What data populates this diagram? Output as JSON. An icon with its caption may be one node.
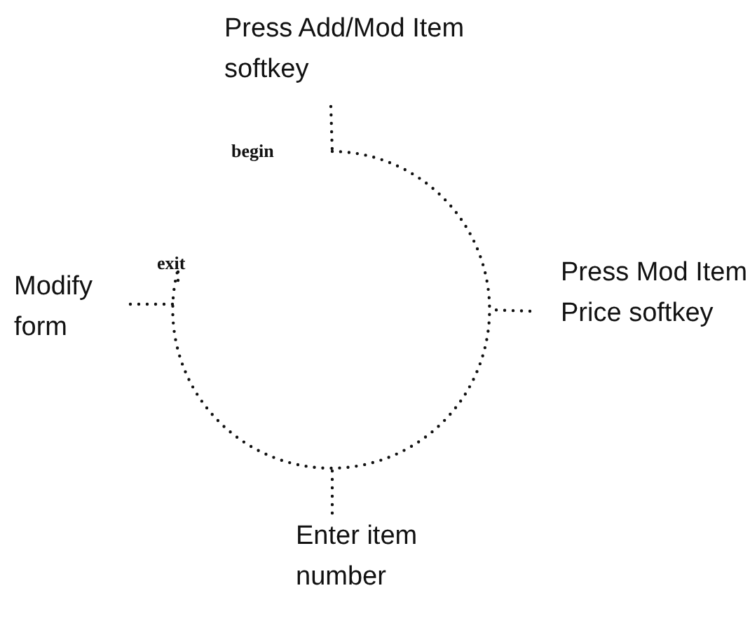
{
  "diagram": {
    "nodes": [
      {
        "text": [
          "Press Add/Mod Item softkey"
        ]
      },
      {
        "text": [
          "Press Mod Item Price softkey"
        ]
      },
      {
        "text": [
          "Enter item number"
        ]
      },
      {
        "text": [
          "Modify form"
        ]
      },
      {
        "text": [],
        "shape": "circle"
      }
    ],
    "edges": [
      {
        "from": 0,
        "to": 4,
        "arrow": "none"
      },
      {
        "from": 1,
        "to": 4,
        "arrow": "none"
      },
      {
        "from": 2,
        "to": 4,
        "arrow": "none"
      },
      {
        "from": 3,
        "to": 4,
        "arrow": "none"
      }
    ],
    "labels": [
      "begin",
      "exit"
    ]
  }
}
